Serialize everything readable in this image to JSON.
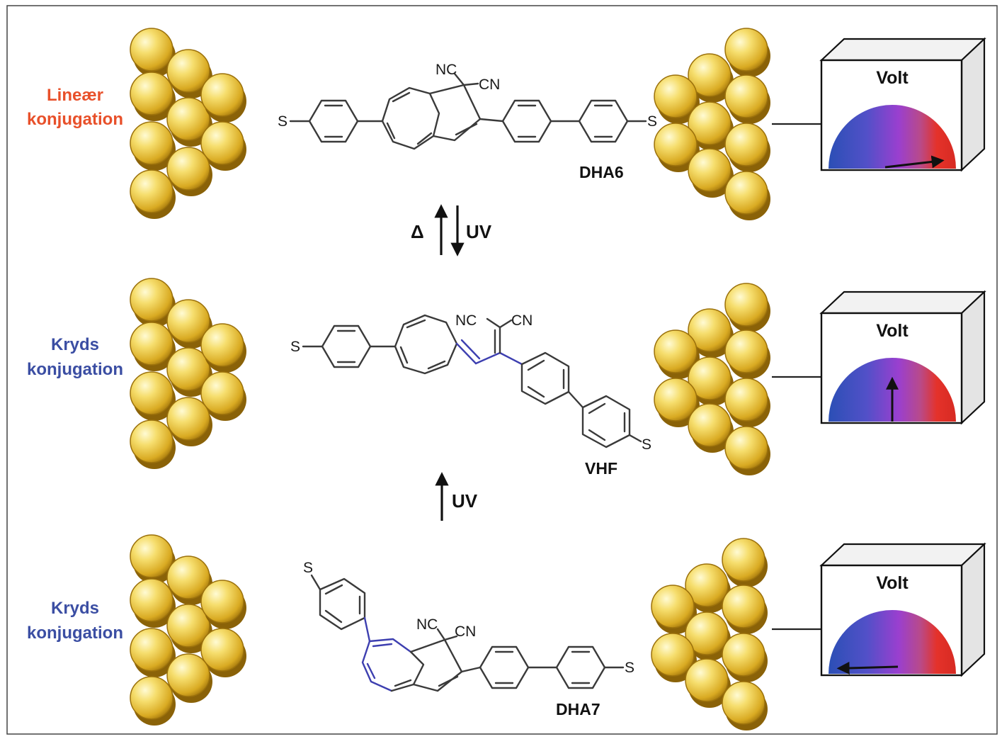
{
  "rows": [
    {
      "label_line1": "Lineær",
      "label_line2": "konjugation",
      "label_color": "#e8502a",
      "compound": "DHA6",
      "meter_title": "Volt",
      "meter_level": 0.85,
      "atoms": {
        "s_left": "S",
        "s_right": "S",
        "nc": "NC",
        "cn": "CN"
      }
    },
    {
      "label_line1": "Kryds",
      "label_line2": "konjugation",
      "label_color": "#3b4ea3",
      "compound": "VHF",
      "meter_title": "Volt",
      "meter_level": 0.5,
      "atoms": {
        "s_left": "S",
        "s_right": "S",
        "nc": "NC",
        "cn": "CN"
      }
    },
    {
      "label_line1": "Kryds",
      "label_line2": "konjugation",
      "label_color": "#3b4ea3",
      "compound": "DHA7",
      "meter_title": "Volt",
      "meter_level": 0.1,
      "atoms": {
        "s_left": "S",
        "s_right": "S",
        "nc": "NC",
        "cn": "CN"
      }
    }
  ],
  "arrows": {
    "top_left_label": "Δ",
    "top_right_label": "UV",
    "bottom_label": "UV"
  },
  "colors": {
    "gold_light": "#f7e07a",
    "gold_dark": "#b8870f",
    "gauge_blue": "#2b4fb5",
    "gauge_purple": "#9a3fcf",
    "gauge_red": "#e4322a",
    "blue_bond": "#3d3fb0"
  }
}
